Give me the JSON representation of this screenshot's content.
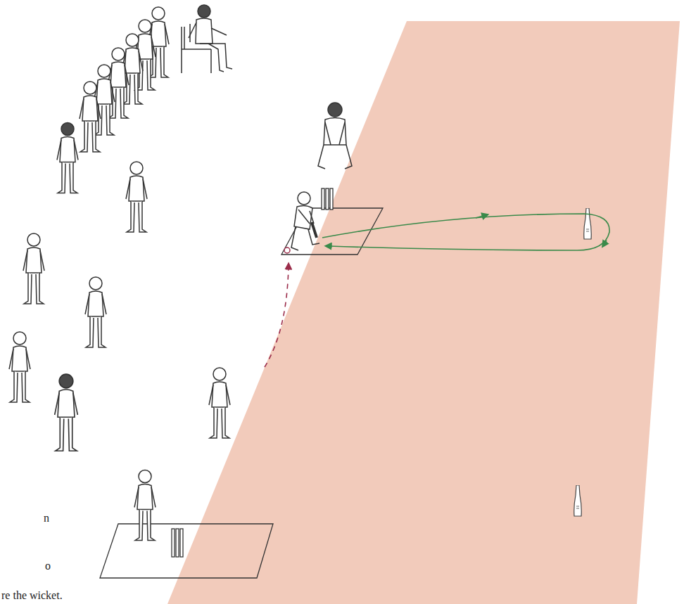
{
  "diagram": {
    "labels": [
      "n",
      "o",
      "re the wicket."
    ]
  }
}
